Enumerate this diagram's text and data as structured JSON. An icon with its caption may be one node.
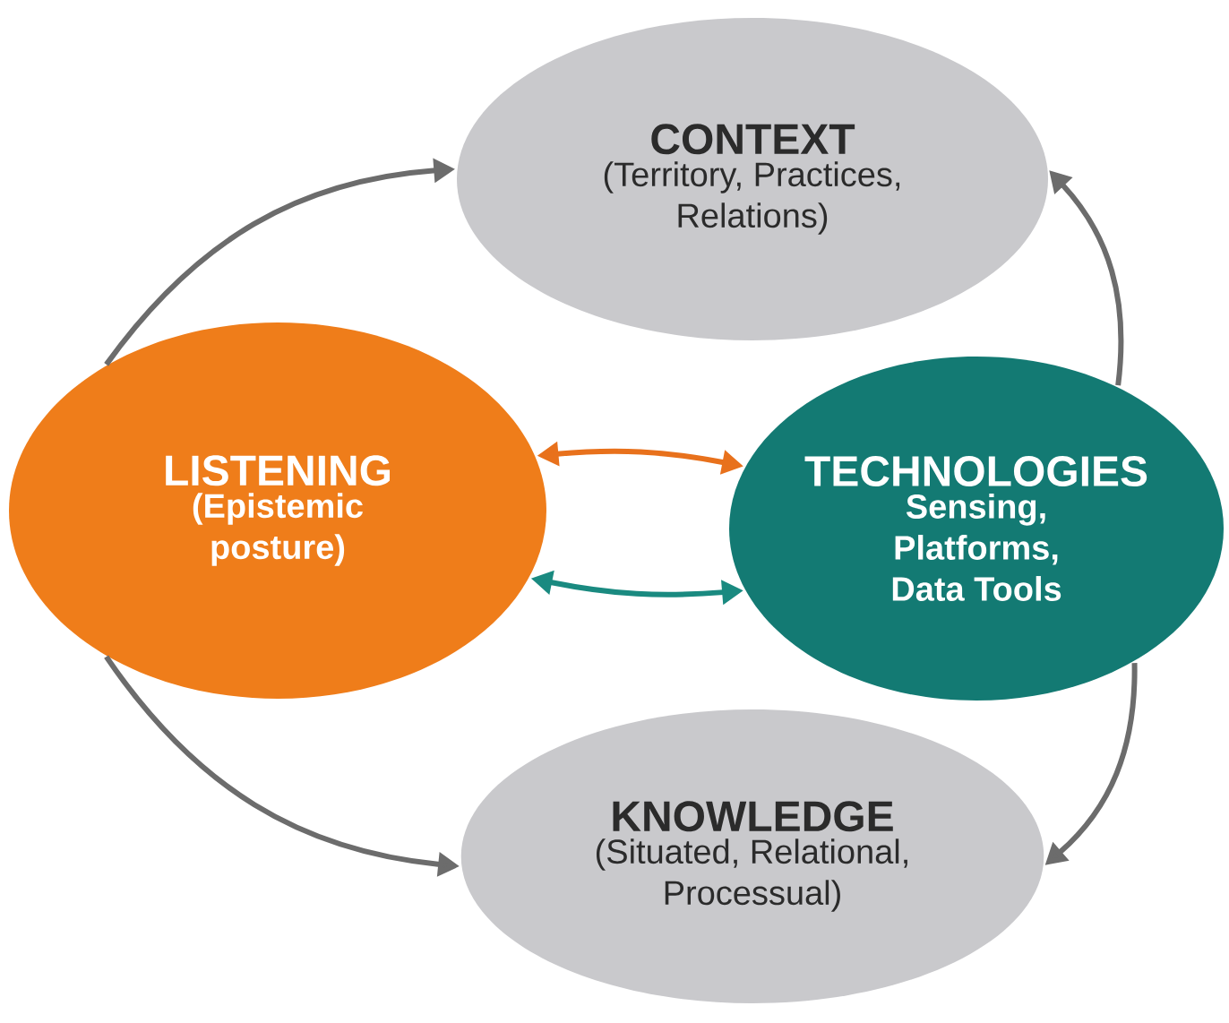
{
  "diagram": {
    "nodes": [
      {
        "text": [
          "CONTEXT",
          "(Territory, Practices, Relations)"
        ]
      },
      {
        "text": [
          "LISTENING",
          "(Epistemic posture)"
        ]
      },
      {
        "text": [
          "TECHNOLOGIES",
          "Sensing, Platforms, Data Tools"
        ]
      },
      {
        "text": [
          "KNOWLEDGE",
          "(Situated, Relational, Processual)"
        ]
      }
    ],
    "edges": [
      {
        "from": 1,
        "to": 0,
        "arrow": "to"
      },
      {
        "from": 2,
        "to": 0,
        "arrow": "to"
      },
      {
        "from": 1,
        "to": 3,
        "arrow": "to"
      },
      {
        "from": 2,
        "to": 3,
        "arrow": "to"
      },
      {
        "from": 1,
        "to": 2,
        "arrow": "both",
        "color": "#e8711c"
      },
      {
        "from": 1,
        "to": 2,
        "arrow": "both",
        "color": "#1a8a80"
      }
    ]
  }
}
